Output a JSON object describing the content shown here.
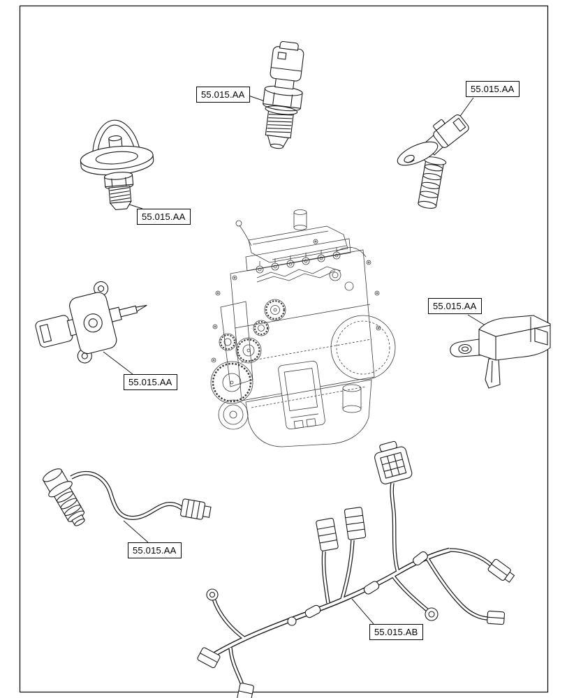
{
  "figure": {
    "type": "parts-diagram"
  },
  "colors": {
    "background": "#ffffff",
    "line": "#1a1a1a",
    "engine_line": "#3a3a3a",
    "callout_border": "#000000",
    "callout_text": "#000000"
  },
  "callouts": [
    {
      "id": "callout-pressure-switch",
      "text": "55.015.AA"
    },
    {
      "id": "callout-speed-sensor",
      "text": "55.015.AA"
    },
    {
      "id": "callout-thermostat",
      "text": "55.015.AA"
    },
    {
      "id": "callout-map-sensor",
      "text": "55.015.AA"
    },
    {
      "id": "callout-temp-sensor",
      "text": "55.015.AA"
    },
    {
      "id": "callout-crank-sensor",
      "text": "55.015.AA"
    },
    {
      "id": "callout-harness",
      "text": "55.015.AB"
    }
  ]
}
